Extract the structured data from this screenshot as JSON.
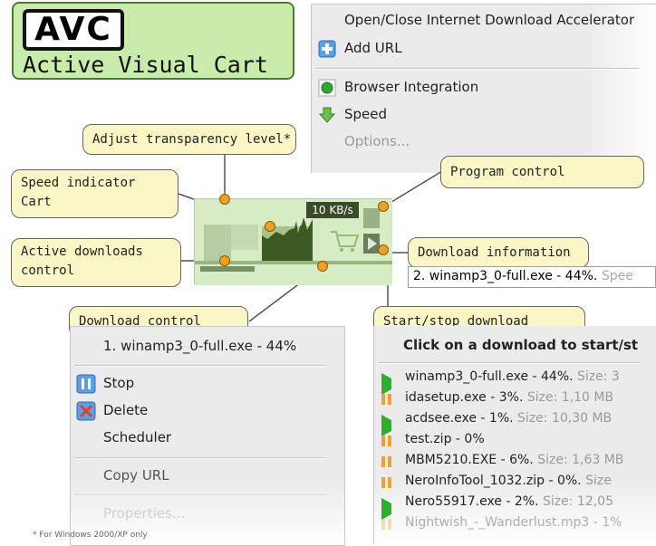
{
  "logo": {
    "mark": "AVC",
    "title": "Active Visual Cart"
  },
  "top_menu": {
    "items": [
      {
        "label": "Open/Close Internet Download Accelerator",
        "icon": "none"
      },
      {
        "label": "Add URL",
        "icon": "plus-icon"
      },
      {
        "label": "Browser Integration",
        "icon": "green-dot-icon"
      },
      {
        "label": "Speed",
        "icon": "down-arrow-icon"
      },
      {
        "label": "Options...",
        "icon": "none"
      }
    ]
  },
  "widget": {
    "speed": "10 KB/s"
  },
  "callouts": {
    "transparency": "Adjust transparency level*",
    "speed_indicator_1": "Speed indicator",
    "speed_indicator_2": "Cart",
    "active_1": "Active downloads",
    "active_2": "control",
    "program": "Program control",
    "download_info": "Download information",
    "download_control": "Download control",
    "start_stop": "Start/stop download"
  },
  "info_strip": {
    "text": "2. winamp3_0-full.exe - 44%.",
    "dim": " Spee"
  },
  "ctx_menu": {
    "header": "1. winamp3_0-full.exe - 44%",
    "items": [
      {
        "label": "Stop",
        "icon": "pause-icon"
      },
      {
        "label": "Delete",
        "icon": "delete-icon"
      },
      {
        "label": "Scheduler",
        "icon": "none"
      },
      {
        "label": "Copy URL",
        "icon": "none"
      },
      {
        "label": "Properties...",
        "icon": "none"
      }
    ]
  },
  "download_list": {
    "header": "Click on a download to start/st",
    "items": [
      {
        "name": "winamp3_0-full.exe - 44%.",
        "size": "Size: 3",
        "state": "play"
      },
      {
        "name": "idasetup.exe - 3%.",
        "size": "Size: 1,10 MB",
        "state": "pause"
      },
      {
        "name": "acdsee.exe - 1%.",
        "size": "Size: 10,30 MB",
        "state": "play"
      },
      {
        "name": "test.zip - 0%",
        "size": "",
        "state": "pause"
      },
      {
        "name": "MBM5210.EXE - 6%.",
        "size": "Size: 1,63 MB",
        "state": "pause"
      },
      {
        "name": "NeroInfoTool_1032.zip - 0%.",
        "size": "Size",
        "state": "pause"
      },
      {
        "name": "Nero55917.exe - 2%.",
        "size": "Size: 12,05",
        "state": "play"
      },
      {
        "name": "Nightwish_-_Wanderlust.mp3 - 1%",
        "size": "",
        "state": "pause"
      }
    ]
  },
  "footnote": "* For Windows 2000/XP only",
  "colors": {
    "callout_bg": "#faf6c5",
    "logo_bg": "#c9ecac",
    "dot": "#f0a020",
    "play": "#2bb02b",
    "pause": "#f0a030"
  }
}
